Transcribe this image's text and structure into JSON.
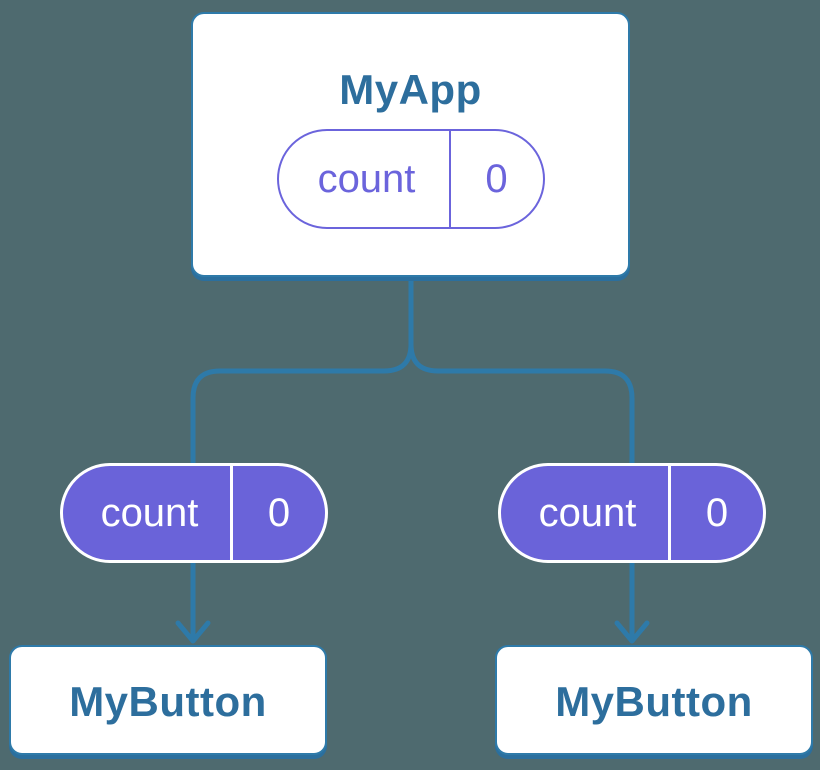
{
  "diagram": {
    "description": "Component tree diagram: parent component passes count state down to two child buttons",
    "colors": {
      "background": "#4e6a6f",
      "connector_blue": "#2e7aa9",
      "node_border_blue": "#2e7aa9",
      "node_shadow_blue": "#2b6f9e",
      "title_text_blue": "#2d6e9d",
      "state_purple": "#6a63d9",
      "state_outline_purple": "#6b64dc",
      "white": "#ffffff"
    },
    "root": {
      "title": "MyApp",
      "state": {
        "name": "count",
        "value": "0"
      }
    },
    "children": [
      {
        "prop": {
          "name": "count",
          "value": "0"
        },
        "title": "MyButton"
      },
      {
        "prop": {
          "name": "count",
          "value": "0"
        },
        "title": "MyButton"
      }
    ]
  }
}
